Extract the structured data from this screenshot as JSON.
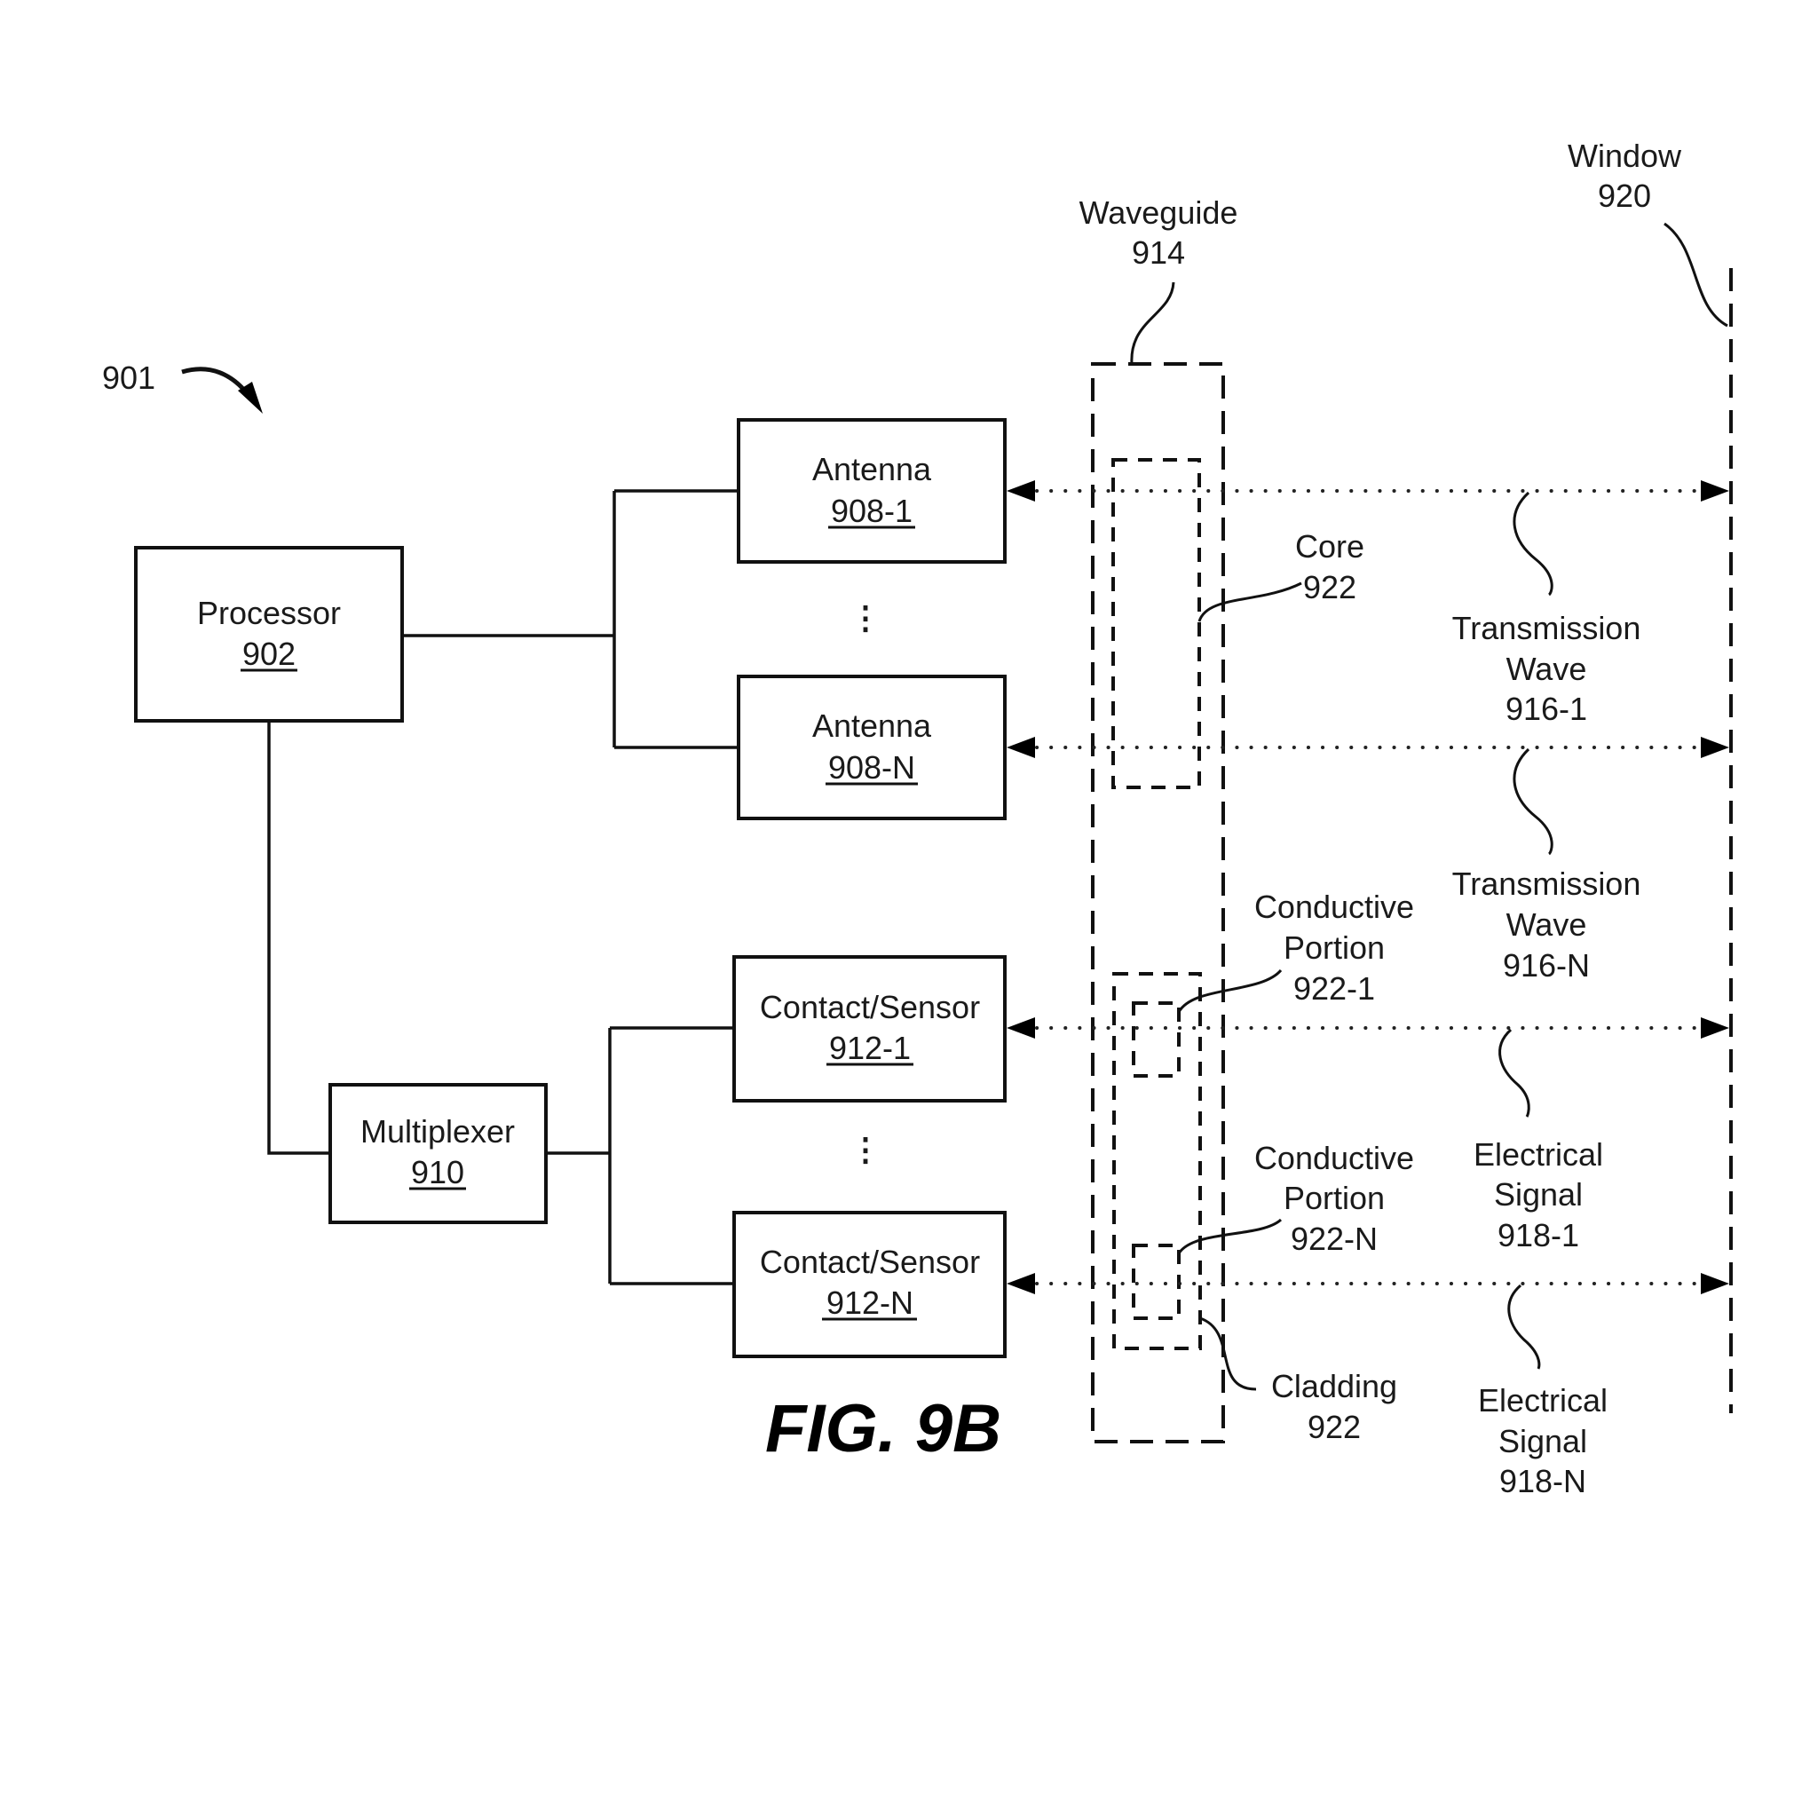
{
  "figure": {
    "ref_label": "901",
    "caption": "FIG. 9B"
  },
  "blocks": {
    "processor": {
      "title": "Processor",
      "ref": "902"
    },
    "antenna_1": {
      "title": "Antenna",
      "ref": "908-1"
    },
    "antenna_n": {
      "title": "Antenna",
      "ref": "908-N"
    },
    "multiplexer": {
      "title": "Multiplexer",
      "ref": "910"
    },
    "contact_1": {
      "title": "Contact/Sensor",
      "ref": "912-1"
    },
    "contact_n": {
      "title": "Contact/Sensor",
      "ref": "912-N"
    }
  },
  "ellipsis": "⋮",
  "labels": {
    "waveguide": {
      "line1": "Waveguide",
      "line2": "914"
    },
    "window": {
      "line1": "Window",
      "line2": "920"
    },
    "core": {
      "line1": "Core",
      "line2": "922"
    },
    "conductive_1": {
      "line1": "Conductive",
      "line2": "Portion",
      "line3": "922-1"
    },
    "conductive_n": {
      "line1": "Conductive",
      "line2": "Portion",
      "line3": "922-N"
    },
    "cladding": {
      "line1": "Cladding",
      "line2": "922"
    },
    "wave_1": {
      "line1": "Transmission",
      "line2": "Wave",
      "line3": "916-1"
    },
    "wave_n": {
      "line1": "Transmission",
      "line2": "Wave",
      "line3": "916-N"
    },
    "signal_1": {
      "line1": "Electrical",
      "line2": "Signal",
      "line3": "918-1"
    },
    "signal_n": {
      "line1": "Electrical",
      "line2": "Signal",
      "line3": "918-N"
    }
  }
}
